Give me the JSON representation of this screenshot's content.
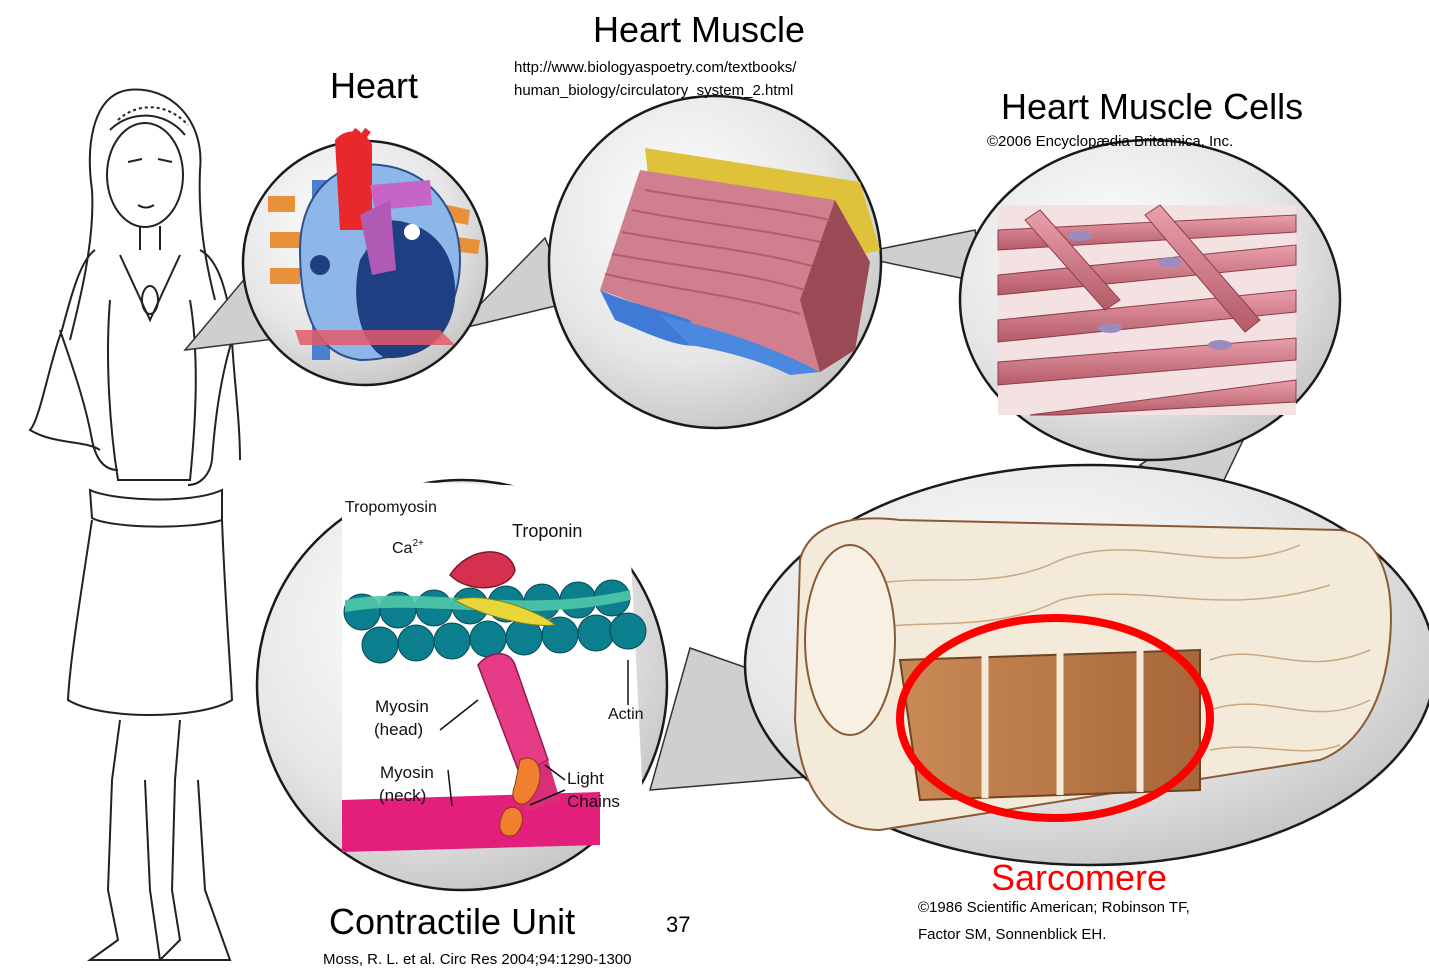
{
  "titles": {
    "heart": "Heart",
    "heart_muscle": "Heart Muscle",
    "heart_muscle_cells": "Heart Muscle Cells",
    "sarcomere": "Sarcomere",
    "contractile_unit": "Contractile Unit"
  },
  "credits": {
    "heart_muscle_url_line1": "http://www.biologyaspoetry.com/textbooks/",
    "heart_muscle_url_line2": "human_biology/circulatory_system_2.html",
    "cells_copyright": "©2006 Encyclopædia Britannica, Inc.",
    "sarcomere_line1": "©1986 Scientific American; Robinson TF,",
    "sarcomere_line2": "Factor SM, Sonnenblick EH.",
    "contractile_ref": "Moss, R. L. et al. Circ Res 2004;94:1290-1300"
  },
  "page_number": "37",
  "contractile_labels": {
    "tropomyosin": "Tropomyosin",
    "calcium": "Ca",
    "calcium_sup": "2+",
    "troponin": "Troponin",
    "myosin_head_1": "Myosin",
    "myosin_head_2": "(head)",
    "myosin_neck_1": "Myosin",
    "myosin_neck_2": "(neck)",
    "actin": "Actin",
    "light_chains_1": "Light",
    "light_chains_2": "Chains"
  },
  "colors": {
    "bubble_fill": "#d9d9d9",
    "bubble_stroke": "#1a1a1a",
    "highlight_ring": "#ff0000",
    "muscle_pink": "#c8707c",
    "actin_teal": "#0f7f8f",
    "myosin_magenta": "#e0357c"
  }
}
